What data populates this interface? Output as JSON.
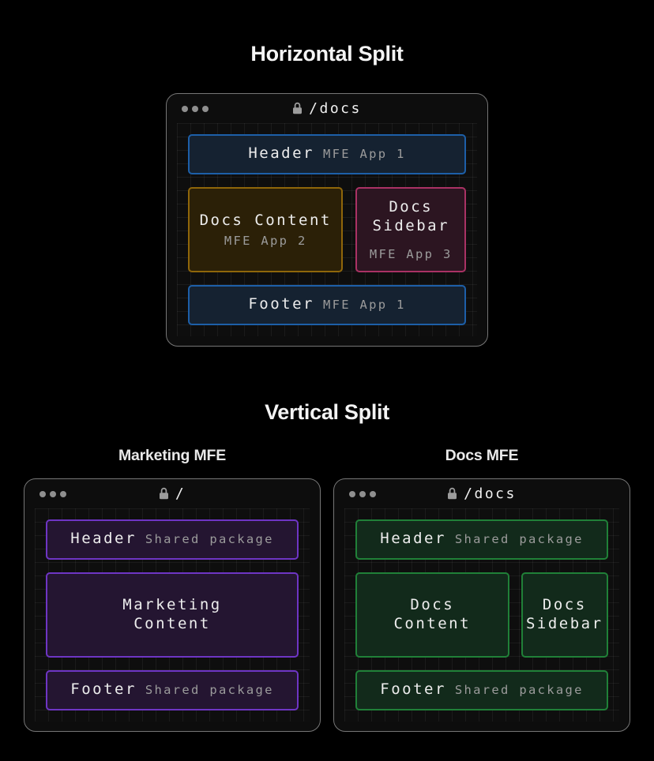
{
  "colors": {
    "blue_border": "#1d5fa8",
    "blue_fill": "#152231",
    "amber_border": "#8f660a",
    "amber_fill": "#2b2007",
    "pink_border": "#aa3264",
    "pink_fill": "#2c1521",
    "purple_border": "#6e35c4",
    "purple_fill": "#241531",
    "green_border": "#208038",
    "green_fill": "#122a1b",
    "page_bg": "#000000",
    "window_bg": "#0d0d0d",
    "window_border": "#767676",
    "text_primary": "#ededed",
    "text_secondary": "#9b9b9b"
  },
  "horizontal": {
    "title": "Horizontal Split",
    "window": {
      "url": "/docs",
      "header": {
        "label": "Header",
        "sublabel": "MFE App 1"
      },
      "content": {
        "label": "Docs Content",
        "sublabel": "MFE App 2"
      },
      "sidebar": {
        "label": "Docs\nSidebar",
        "sublabel": "MFE App 3"
      },
      "footer": {
        "label": "Footer",
        "sublabel": "MFE App 1"
      }
    }
  },
  "vertical": {
    "title": "Vertical Split",
    "marketing": {
      "subtitle": "Marketing MFE",
      "window": {
        "url": "/",
        "header": {
          "label": "Header",
          "sublabel": "Shared package"
        },
        "content": {
          "label": "Marketing\nContent"
        },
        "footer": {
          "label": "Footer",
          "sublabel": "Shared package"
        }
      }
    },
    "docs": {
      "subtitle": "Docs MFE",
      "window": {
        "url": "/docs",
        "header": {
          "label": "Header",
          "sublabel": "Shared package"
        },
        "content": {
          "label": "Docs\nContent"
        },
        "sidebar": {
          "label": "Docs\nSidebar"
        },
        "footer": {
          "label": "Footer",
          "sublabel": "Shared package"
        }
      }
    }
  }
}
